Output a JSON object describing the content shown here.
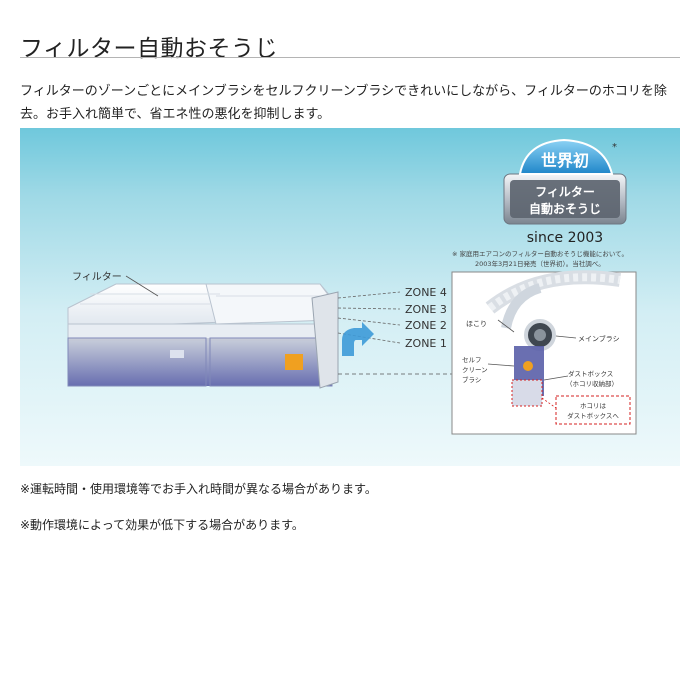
{
  "page": {
    "title": "フィルター自動おそうじ",
    "intro": "フィルターのゾーンごとにメインブラシをセルフクリーンブラシできれいにしながら、フィルターのホコリを除去。お手入れ簡単で、省エネ性の悪化を抑制します。"
  },
  "figure": {
    "filter_label": "フィルター",
    "zones": [
      "ZONE 4",
      "ZONE 3",
      "ZONE 2",
      "ZONE 1"
    ],
    "badge": {
      "asterisk": "*",
      "top": "世界初",
      "line1": "フィルター",
      "line2": "自動おそうじ",
      "since": "since 2003"
    },
    "footnote_lines": [
      "※ 家庭用エアコンのフィルター自動おそうじ機能において。",
      "2003年3月21日発売（世界初）。当社調べ。"
    ],
    "detail": {
      "dust_label": "ほこり",
      "main_brush_label": "メインブラシ",
      "self_clean_lines": [
        "セルフ",
        "クリーン",
        "ブラシ"
      ],
      "dust_box_lines": [
        "ダストボックス",
        "（ホコリ収納部）"
      ],
      "callout_lines": [
        "ホコリは",
        "ダストボックスへ"
      ]
    },
    "colors": {
      "sky_top": "#6fc8dc",
      "unit_blue": "#5a5fa8",
      "arrow_blue": "#3d9ad8",
      "callout_red": "#d62020",
      "dust_box_orange": "#f0a020"
    }
  },
  "notes": [
    "※運転時間・使用環境等でお手入れ時間が異なる場合があります。",
    "※動作環境によって効果が低下する場合があります。"
  ]
}
